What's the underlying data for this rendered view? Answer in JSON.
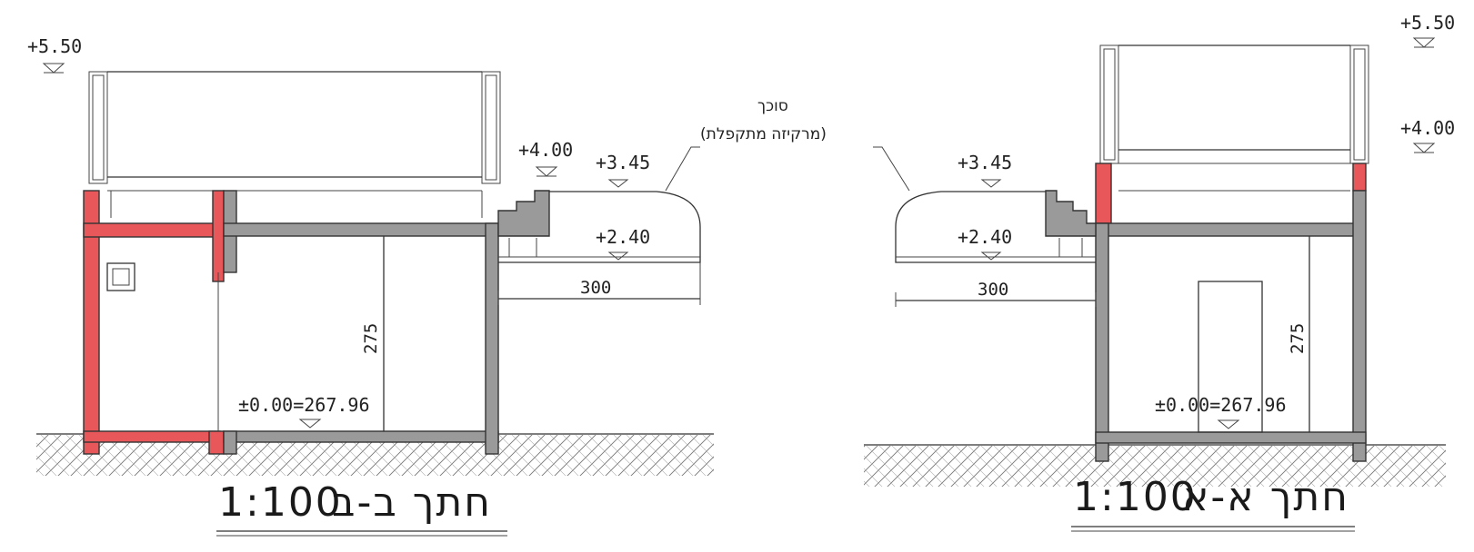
{
  "canopy": {
    "label_line1": "סוכך",
    "label_line2": "(מרקיזה מתקפלת)"
  },
  "section_b": {
    "title": "חתך ב-ב",
    "scale": "1:100",
    "levels": {
      "roof_top": "+5.50",
      "parapet": "+4.00",
      "canopy_top": "+3.45",
      "canopy_bottom": "+2.40",
      "ground": "±0.00=267.96"
    },
    "dims": {
      "height": "275",
      "width": "300"
    }
  },
  "section_a": {
    "title": "חתך א-א",
    "scale": "1:100",
    "levels": {
      "roof_top": "+5.50",
      "parapet": "+4.00",
      "canopy_top": "+3.45",
      "canopy_bottom": "+2.40",
      "ground": "±0.00=267.96"
    },
    "dims": {
      "height": "275",
      "width": "300"
    }
  },
  "colors": {
    "new_construction": "#e8585a",
    "existing_wall": "#9a9a9a",
    "line": "#333333"
  }
}
